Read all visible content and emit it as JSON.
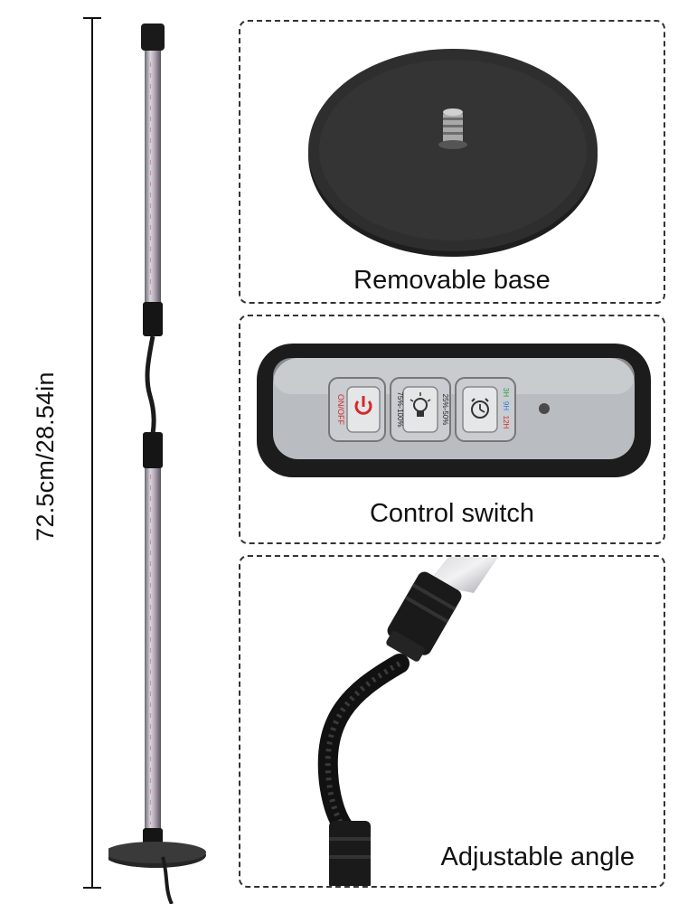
{
  "dimension": {
    "label": "72.5cm/28.54in"
  },
  "panels": {
    "base": {
      "caption": "Removable base"
    },
    "switch": {
      "caption": "Control switch",
      "power_label": "ON/OFF",
      "brightness_top": "25%-50%",
      "brightness_bottom": "75%-100%",
      "timer_3h": "3H",
      "timer_9h": "9H",
      "timer_12h": "12H"
    },
    "angle": {
      "caption": "Adjustable angle"
    }
  },
  "colors": {
    "base": "#2b2b2b",
    "remote_shell": "#1c1c1c",
    "remote_face": "#b8bcc0",
    "power_red": "#d42a2a",
    "timer_green": "#2e9e3e",
    "timer_blue": "#2a7fd4",
    "timer_red": "#d42a2a"
  },
  "icons": [
    "power-icon",
    "bulb-icon",
    "alarm-clock-icon",
    "indicator-led-icon"
  ]
}
